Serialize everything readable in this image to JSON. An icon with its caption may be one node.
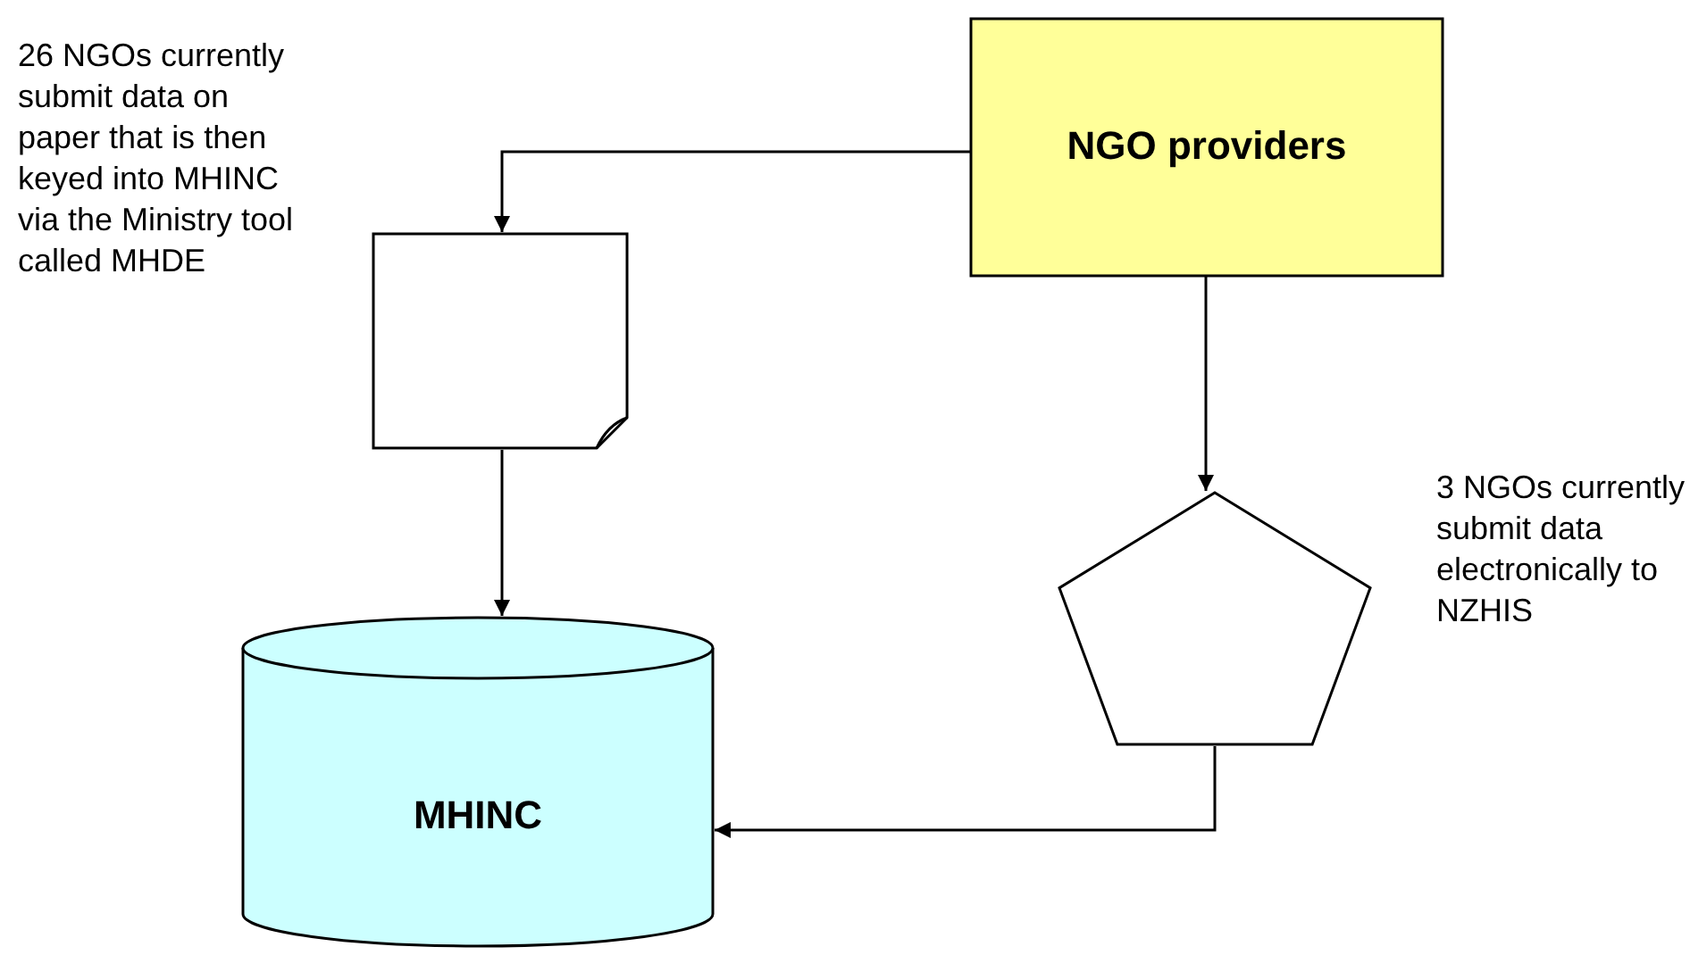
{
  "diagram": {
    "nodes": [
      {
        "text": [
          "NGO providers"
        ]
      },
      {
        "text": [],
        "shape": "document"
      },
      {
        "text": [
          "MHINC"
        ]
      },
      {
        "text": [],
        "shape": "pentagon"
      }
    ],
    "edges": [
      {
        "from": 0,
        "to": 1,
        "arrow": "to"
      },
      {
        "from": 0,
        "to": 3,
        "arrow": "to"
      },
      {
        "from": 1,
        "to": 2,
        "arrow": "to"
      },
      {
        "from": 3,
        "to": 2,
        "arrow": "to"
      }
    ],
    "labels": [
      "26 NGOs currently submit data on paper that is then keyed into MHINC via the Ministry tool called MHDE",
      "3 NGOs currently submit data electronically to NZHIS"
    ]
  }
}
